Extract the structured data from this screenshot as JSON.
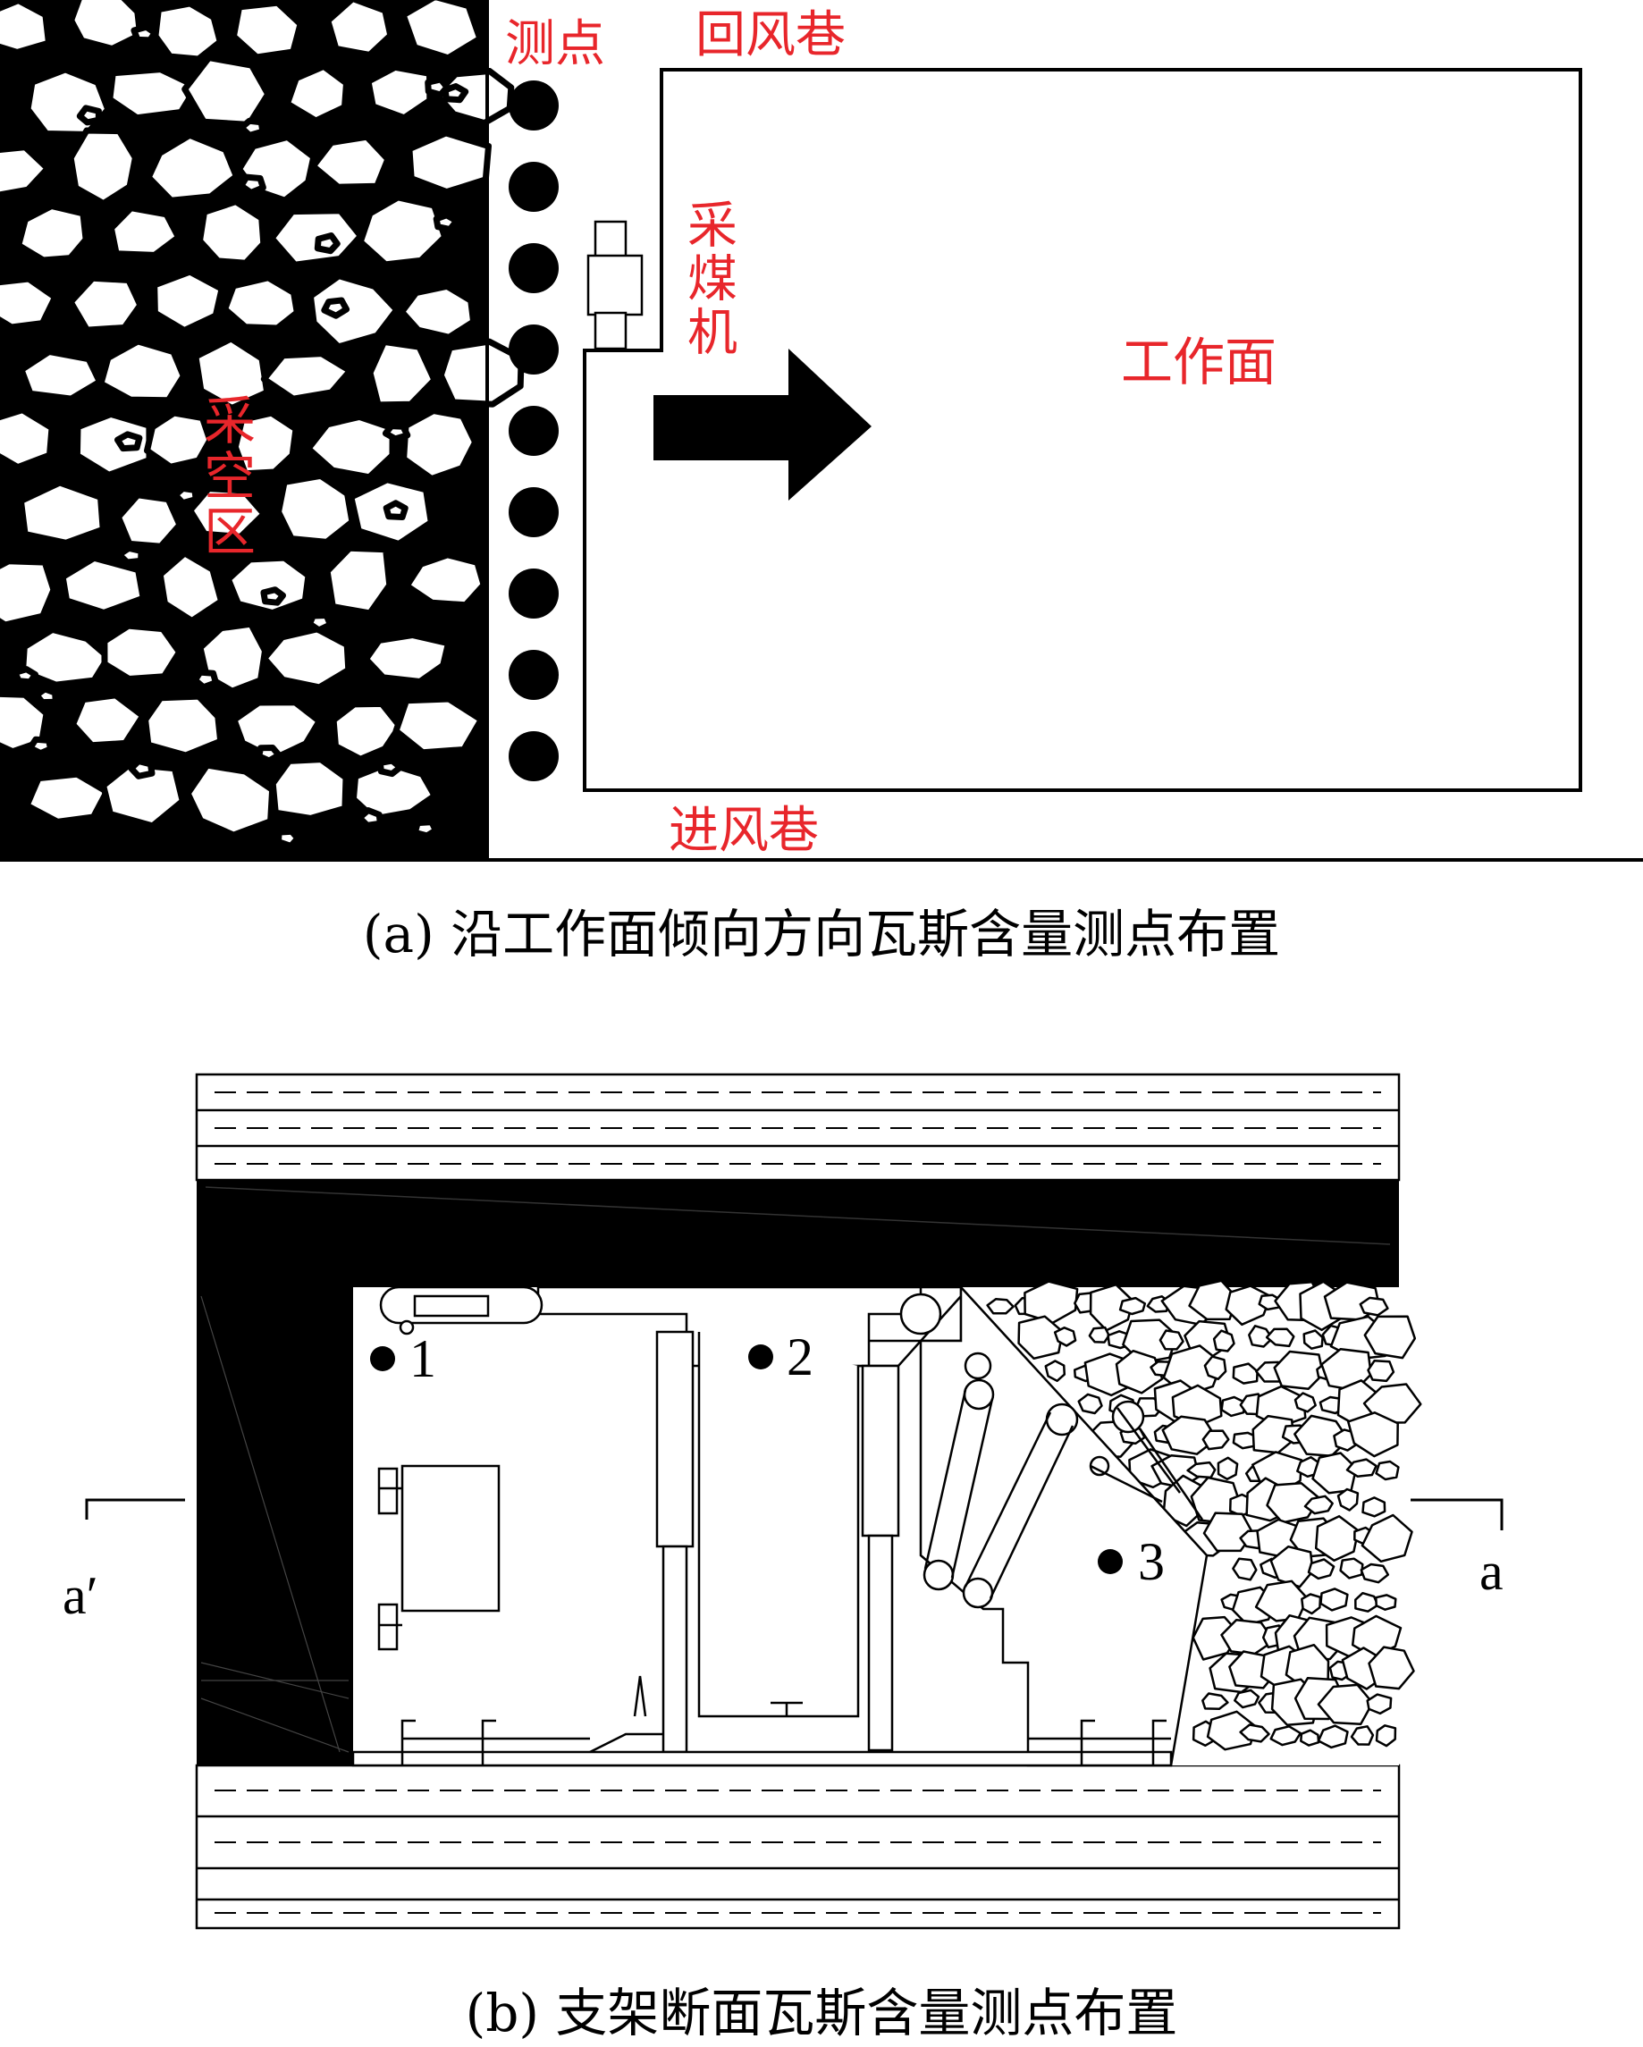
{
  "panel_a": {
    "goaf_label": "采空区",
    "measuring_point_label": "测点",
    "return_airway_label": "回风巷",
    "shearer_label": "采煤机",
    "working_face_label": "工作面",
    "intake_airway_label": "进风巷",
    "caption": "(a) 沿工作面倾向方向瓦斯含量测点布置"
  },
  "panel_b": {
    "point_labels": [
      "1",
      "2",
      "3"
    ],
    "section_left_label": "a′",
    "section_right_label": "a",
    "caption": "(b) 支架断面瓦斯含量测点布置"
  },
  "colors": {
    "label_red": "#e8262b",
    "line": "#000000"
  }
}
